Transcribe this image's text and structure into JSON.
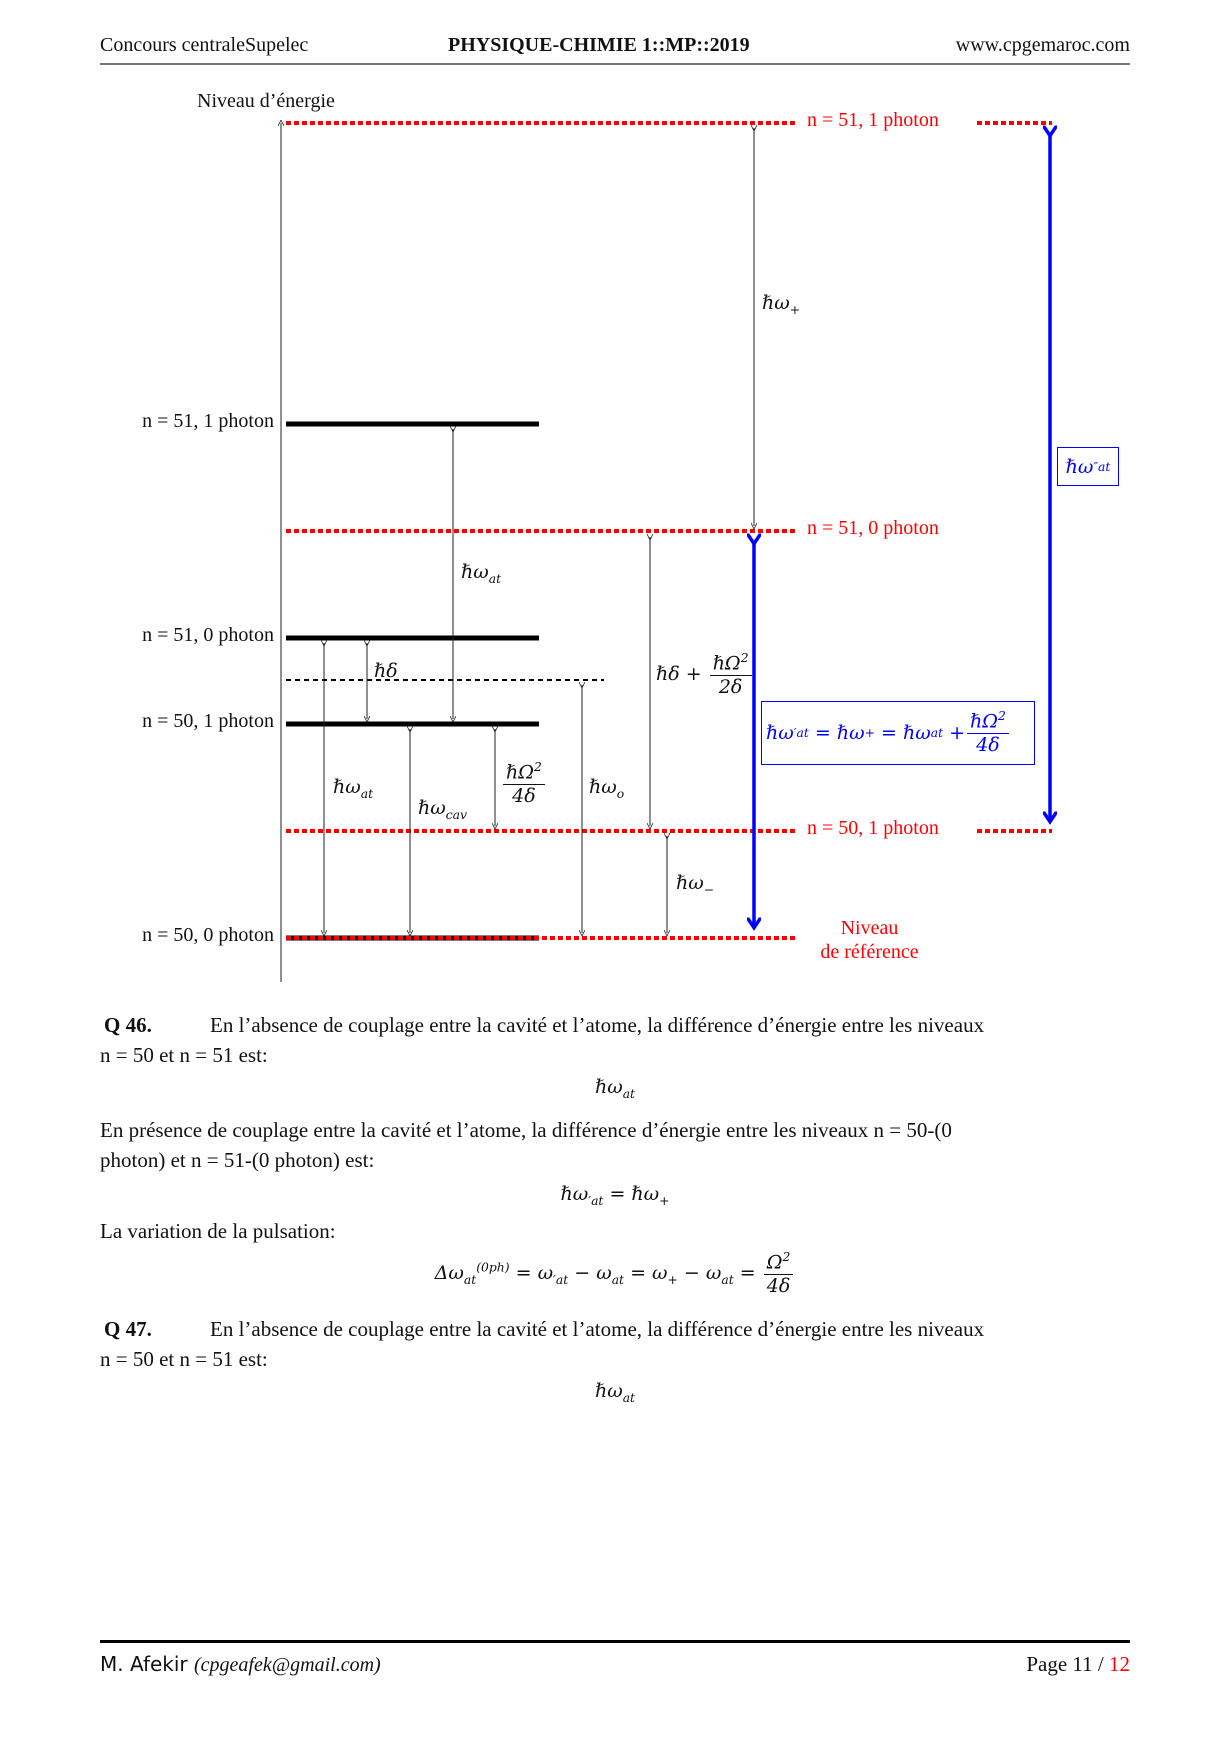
{
  "header": {
    "left": "Concours centraleSupelec",
    "center": "PHYSIQUE-CHIMIE 1::MP::2019",
    "right": "www.cpgemaroc.com"
  },
  "diagram": {
    "axis_label": "Niveau d’énergie",
    "levels": [
      "n = 51, 1 photon",
      "n = 51, 0 photon",
      "n = 50, 1 photon",
      "n = 50, 0 photon"
    ],
    "dressed": [
      "n = 51, 1 photon",
      "n = 51, 0 photon",
      "n = 50, 1 photon"
    ],
    "reference": [
      "Niveau",
      "de référence"
    ],
    "math": {
      "hbar_omega": "ℏω",
      "plus": "+",
      "minus": "−",
      "at": "at",
      "cav": "cav",
      "o": "o",
      "hbar_delta": "ℏδ",
      "hbar_Omega2": "ℏΩ",
      "sq": "2",
      "four_delta": "4δ",
      "two_delta": "2δ",
      "eq": "=",
      "prime": "′",
      "dprime": "″"
    },
    "colors": {
      "dressed": "#ff0000",
      "result": "#0000ff"
    }
  },
  "body": {
    "q46_label": "Q 46.",
    "q46_text": "En l’absence de couplage entre la cavité et l’atome, la différence d’énergie entre les niveaux",
    "q46_line2": "n = 50 et n = 51 est:",
    "presence_line1": "En présence de couplage entre la cavité et l’atome, la différence d’énergie entre les niveaux n = 50-(0",
    "presence_line2": "photon) et n = 51-(0 photon) est:",
    "variation": "La variation de la pulsation:",
    "delta": "Δω",
    "oph": "(0ph)",
    "omega": "ω",
    "Omega2": "Ω",
    "q47_label": "Q 47.",
    "q47_text": "En l’absence de couplage entre la cavité et l’atome, la différence d’énergie entre les niveaux",
    "q47_line2": "n = 50 et n = 51 est:"
  },
  "footer": {
    "author": "M. Afekir",
    "email": "(cpgeafek@gmail.com)",
    "page_prefix": "Page 11 /",
    "page_total": "12"
  }
}
